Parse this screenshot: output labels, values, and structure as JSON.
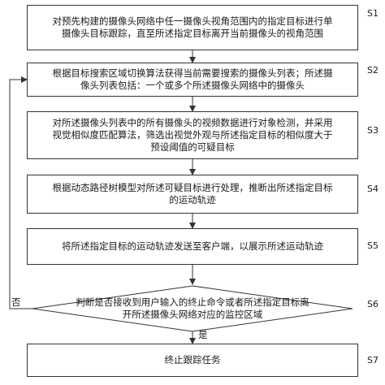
{
  "steps": [
    {
      "id": "S1",
      "lines": [
        "对预先构建的摄像头网络中任一摄像头视角范围内的指定目标进行单",
        "摄像头目标跟踪，直至所述指定目标离开当前摄像头的视角范围"
      ]
    },
    {
      "id": "S2",
      "lines": [
        "根据目标搜索区域切换算法获得当前需要搜索的摄像头列表；所述摄",
        "像头列表包括：一个或多个所述摄像头网络中的摄像头"
      ]
    },
    {
      "id": "S3",
      "lines": [
        "对所述摄像头列表中的所有摄像头的视频数据进行对象检测，并采用",
        "视觉相似度匹配算法，筛选出视觉外观与所述指定目标的相似度大于",
        "预设阈值的可疑目标"
      ]
    },
    {
      "id": "S4",
      "lines": [
        "根据动态路径树模型对所述可疑目标进行处理，推断出所述指定目标",
        "的运动轨迹"
      ]
    },
    {
      "id": "S5",
      "lines": [
        "将所述指定目标的运动轨迹发送至客户端，以展示所述运动轨迹"
      ]
    },
    {
      "id": "S6",
      "lines": [
        "判断是否接收到用户输入的终止命令或者所述指定目标离",
        "开所述摄像头网络对应的监控区域"
      ]
    },
    {
      "id": "S7",
      "lines": [
        "终止跟踪任务"
      ]
    }
  ],
  "branches": {
    "no_label": "否",
    "yes_label": "是"
  }
}
